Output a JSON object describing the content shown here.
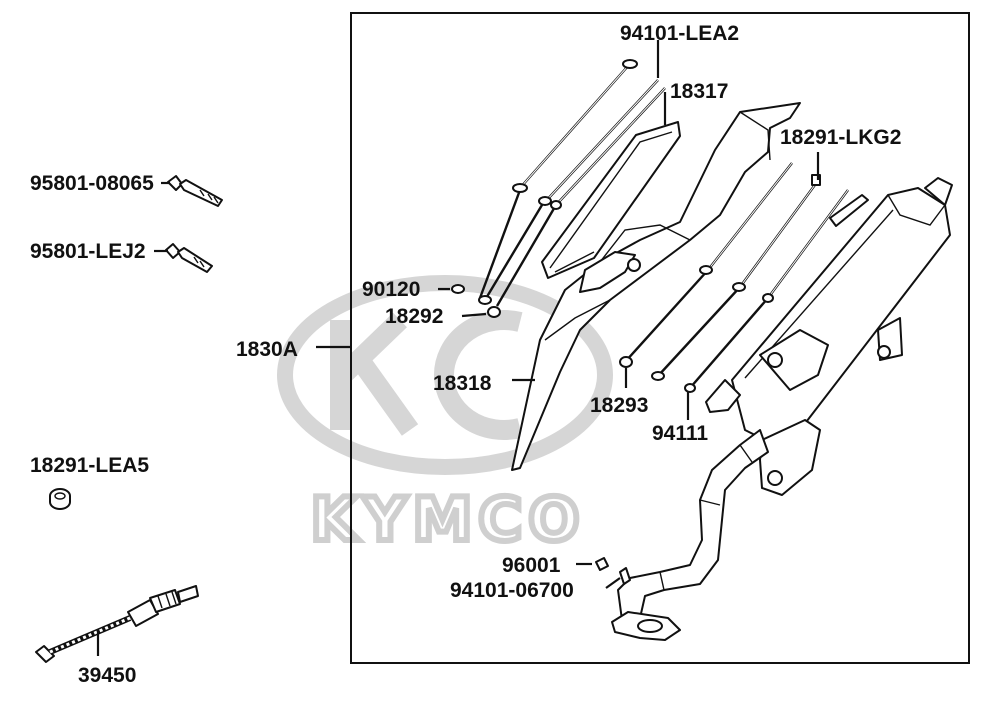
{
  "brand": {
    "watermark": "KYMCO",
    "watermark_color": "#cfcfcf"
  },
  "labels": {
    "assembly": "1830A",
    "p94101_lea2": "94101-LEA2",
    "p18317": "18317",
    "p18291_lkg2": "18291-LKG2",
    "p90120": "90120",
    "p18292": "18292",
    "p18318": "18318",
    "p18293": "18293",
    "p94111": "94111",
    "p96001": "96001",
    "p94101_06700": "94101-06700",
    "p95801_08065": "95801-08065",
    "p95801_lej2": "95801-LEJ2",
    "p18291_lea5": "18291-LEA5",
    "p39450": "39450"
  },
  "colors": {
    "line": "#111111",
    "frame": "#111111",
    "background": "#ffffff"
  }
}
